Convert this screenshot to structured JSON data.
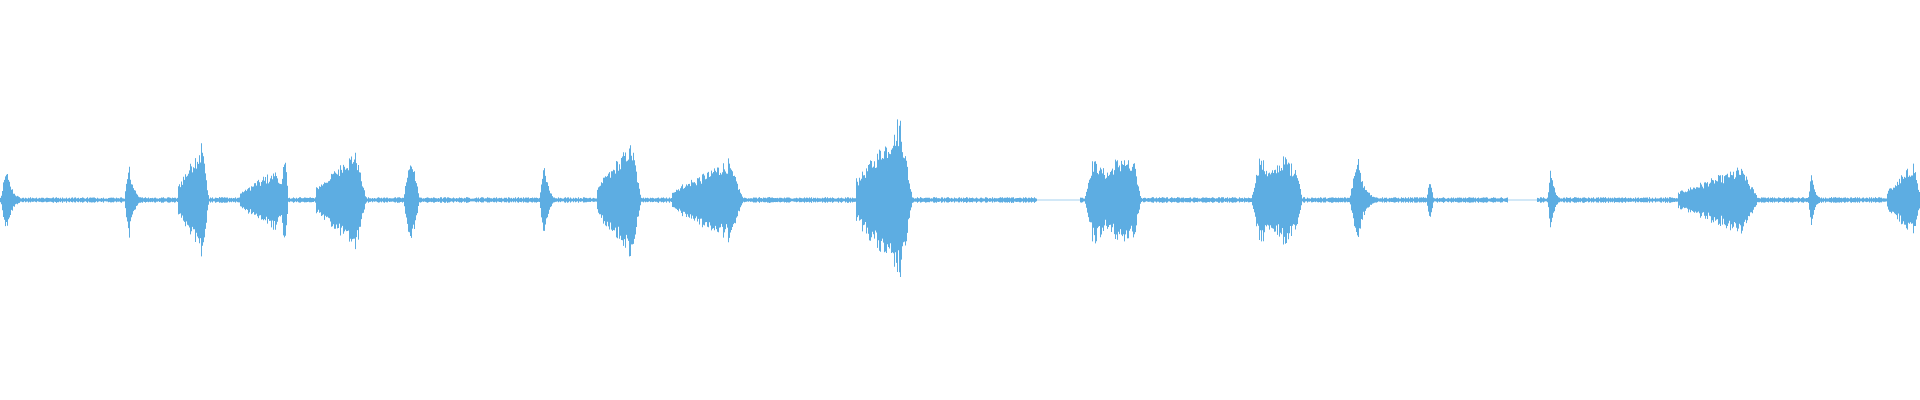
{
  "waveform": {
    "color": "#5DADE2",
    "baseline_color": "#5DADE2",
    "description_type": "audio-waveform"
  },
  "segments": [
    {
      "start": 0.0,
      "end": 0.012,
      "amp": 0.18,
      "shape": "spike-decay"
    },
    {
      "start": 0.065,
      "end": 0.074,
      "amp": 0.22,
      "shape": "spike-decay"
    },
    {
      "start": 0.093,
      "end": 0.108,
      "amp": 0.32,
      "shape": "ramp-up"
    },
    {
      "start": 0.125,
      "end": 0.148,
      "amp": 0.17,
      "shape": "ramp-up"
    },
    {
      "start": 0.146,
      "end": 0.15,
      "amp": 0.23,
      "shape": "spike"
    },
    {
      "start": 0.165,
      "end": 0.19,
      "amp": 0.28,
      "shape": "ramp-up"
    },
    {
      "start": 0.21,
      "end": 0.218,
      "amp": 0.22,
      "shape": "spike"
    },
    {
      "start": 0.281,
      "end": 0.29,
      "amp": 0.23,
      "shape": "spike-decay"
    },
    {
      "start": 0.311,
      "end": 0.333,
      "amp": 0.32,
      "shape": "ramp-up"
    },
    {
      "start": 0.35,
      "end": 0.386,
      "amp": 0.22,
      "shape": "ramp-up"
    },
    {
      "start": 0.446,
      "end": 0.474,
      "amp": 0.45,
      "shape": "ramp-up"
    },
    {
      "start": 0.565,
      "end": 0.594,
      "amp": 0.24,
      "shape": "plateau"
    },
    {
      "start": 0.652,
      "end": 0.678,
      "amp": 0.24,
      "shape": "plateau"
    },
    {
      "start": 0.703,
      "end": 0.718,
      "amp": 0.26,
      "shape": "spike-decay"
    },
    {
      "start": 0.743,
      "end": 0.746,
      "amp": 0.1,
      "shape": "spike"
    },
    {
      "start": 0.806,
      "end": 0.813,
      "amp": 0.2,
      "shape": "spike-decay"
    },
    {
      "start": 0.874,
      "end": 0.915,
      "amp": 0.18,
      "shape": "ramp-up"
    },
    {
      "start": 0.942,
      "end": 0.948,
      "amp": 0.19,
      "shape": "spike-decay"
    },
    {
      "start": 0.983,
      "end": 1.0,
      "amp": 0.2,
      "shape": "ramp-up"
    }
  ],
  "quiet_gaps": [
    {
      "start": 0.54,
      "end": 0.562
    },
    {
      "start": 0.785,
      "end": 0.8
    }
  ]
}
